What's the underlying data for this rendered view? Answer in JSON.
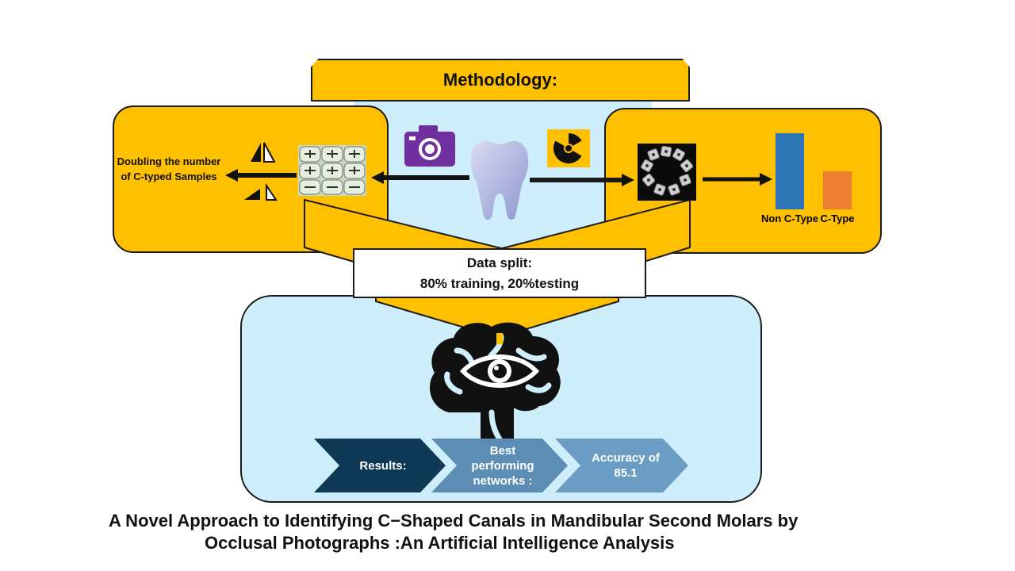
{
  "header": {
    "title": "Methodology:"
  },
  "augmentation": {
    "text": "Doubling the number of C-typed Samples"
  },
  "icons": {
    "camera": "camera-icon",
    "radiation": "radiation-icon",
    "tooth": "tooth-icon",
    "brain": "brain-eye-icon",
    "flip": "flip-icon",
    "rotate": "rotate-icon"
  },
  "split": {
    "line1": "Data split:",
    "line2": "80% training,  20%testing"
  },
  "chart_data": {
    "type": "bar",
    "categories": [
      "Non C-Type",
      "C-Type"
    ],
    "values": [
      2,
      1
    ],
    "colors": [
      "#2E75B6",
      "#ED7D31"
    ],
    "title": "",
    "xlabel": "",
    "ylabel": ""
  },
  "results": {
    "step1": "Results:",
    "step2": "Best performing networks :",
    "step3": "Accuracy of 85.1"
  },
  "colors": {
    "yellow": "#FFC000",
    "light_blue": "#CDEEFA",
    "camera_purple": "#7030A0",
    "dark_teal": "#0E3A56",
    "steel_blue": "#5B8DB5"
  },
  "footer": {
    "line1": "A Novel Approach to Identifying C−Shaped Canals in Mandibular Second Molars by",
    "line2": "Occlusal Photographs :An Artificial Intelligence Analysis"
  }
}
